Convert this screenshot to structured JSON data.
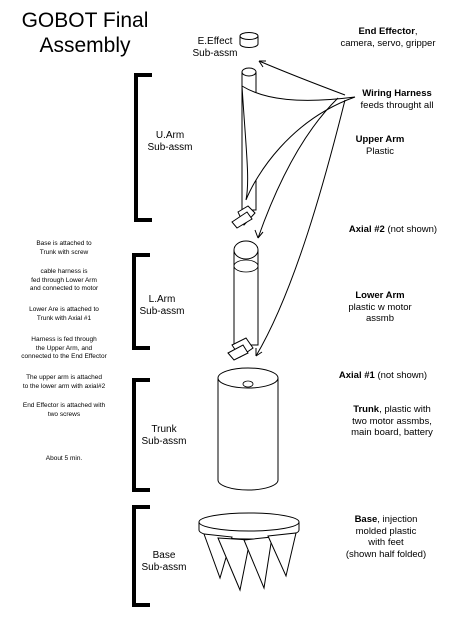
{
  "title": [
    "GOBOT Final",
    "Assembly"
  ],
  "subassemblies": [
    {
      "lines": [
        "E.Effect",
        "Sub-assm"
      ]
    },
    {
      "lines": [
        "U.Arm",
        "Sub-assm"
      ]
    },
    {
      "lines": [
        "L.Arm",
        "Sub-assm"
      ]
    },
    {
      "lines": [
        "Trunk",
        "Sub-assm"
      ]
    },
    {
      "lines": [
        "Base",
        "Sub-assm"
      ]
    }
  ],
  "notes": [
    [
      "Base is attached to",
      "Trunk with screw"
    ],
    [
      "cable harness is",
      "fed through Lower Arm",
      "and connected to motor"
    ],
    [
      "Lower Are is attached to",
      "Trunk with Axial #1"
    ],
    [
      "Harness is fed through",
      "the Upper Arm, and",
      "connected to the End Effector"
    ],
    [
      "The upper arm is attached",
      "to the lower arm with axial#2"
    ],
    [
      "End Effector is attached with",
      "two screws"
    ],
    [
      "About 5 min."
    ]
  ],
  "labels": {
    "end_effector": {
      "bold": "End Effector",
      "rest": ",",
      "line2": "camera, servo, gripper"
    },
    "wiring_harness": {
      "bold": "Wiring Harness",
      "line2": "feeds throught all"
    },
    "upper_arm": {
      "bold": "Upper Arm",
      "line2": "Plastic"
    },
    "axial2": {
      "bold": "Axial #2",
      "rest": " (not shown)"
    },
    "lower_arm": {
      "bold": "Lower Arm",
      "line2": "plastic w motor",
      "line3": "assmb"
    },
    "axial1": {
      "bold": "Axial #1",
      "rest": " (not shown)"
    },
    "trunk": {
      "bold": "Trunk",
      "rest": ", plastic with",
      "line2": "two motor assmbs,",
      "line3": "main board, battery"
    },
    "base": {
      "bold": "Base",
      "rest": ", injection",
      "line2": "molded plastic",
      "line3": "with feet",
      "line4": "(shown half folded)"
    }
  }
}
